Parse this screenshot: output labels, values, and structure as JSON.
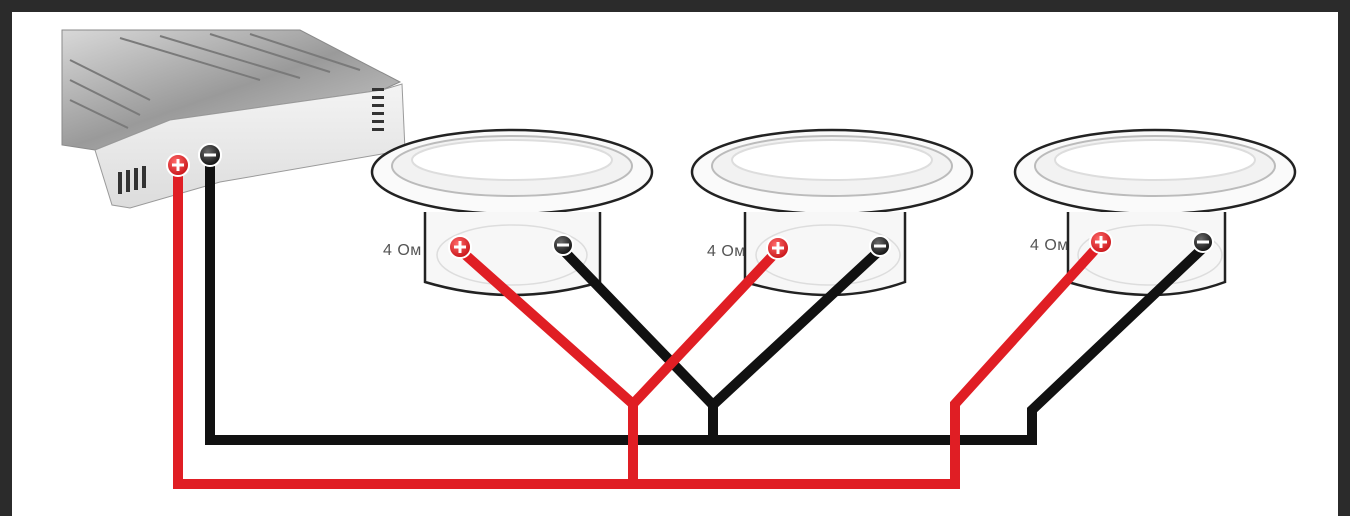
{
  "colors": {
    "positive_wire": "#e01e24",
    "negative_wire": "#111111",
    "background": "#ffffff",
    "border": "#2b2b2b"
  },
  "amplifier": {
    "terminals": [
      {
        "name": "positive-terminal",
        "symbol": "+"
      },
      {
        "name": "negative-terminal",
        "symbol": "−"
      }
    ]
  },
  "speakers": [
    {
      "impedance_label": "4 Ом"
    },
    {
      "impedance_label": "4 Ом"
    },
    {
      "impedance_label": "4 Ом"
    }
  ]
}
